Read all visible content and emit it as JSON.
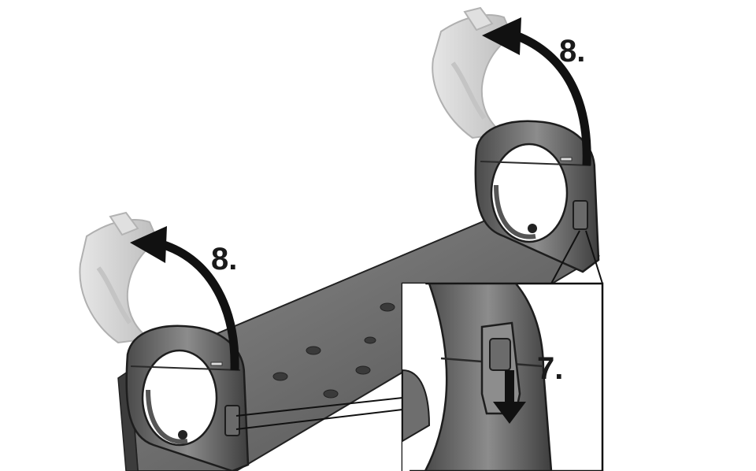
{
  "labels": {
    "step_open_right": "8.",
    "step_open_left": "8.",
    "step_push_latch": "7."
  },
  "colors": {
    "metal_dark": "#5a5a5a",
    "metal_mid": "#7c7c7c",
    "metal_light": "#a8a8a8",
    "ghost_clamp": "#d9d9d9",
    "arrow": "#111111",
    "background": "#ffffff"
  },
  "icons": {
    "rotate_arrow": "curved-arrow-icon",
    "push_arrow": "down-arrow-icon"
  }
}
